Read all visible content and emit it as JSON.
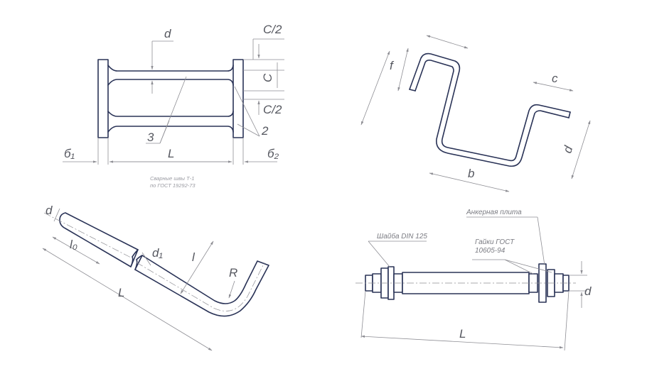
{
  "drawing1": {
    "labels": {
      "d": "d",
      "c_half_top": "C/2",
      "c": "C",
      "c_half_bottom": "C/2",
      "part3": "3",
      "part2": "2",
      "b1": "б₁",
      "length": "L",
      "b2": "б₂"
    },
    "note_line1": "Сварные швы Т-1",
    "note_line2": "по ГОСТ 19292-73"
  },
  "drawing2": {
    "labels": {
      "f": "f",
      "c": "c",
      "d": "d",
      "b": "b"
    }
  },
  "drawing3": {
    "labels": {
      "d": "d",
      "d1": "d₁",
      "l0": "l₀",
      "l": "l",
      "R": "R",
      "L": "L"
    }
  },
  "drawing4": {
    "labels": {
      "plate": "Анкерная плита",
      "washer": "Шайба DIN 125",
      "nuts_line1": "Гайки ГОСТ",
      "nuts_line2": "10605-94",
      "d": "d",
      "L": "L"
    }
  }
}
